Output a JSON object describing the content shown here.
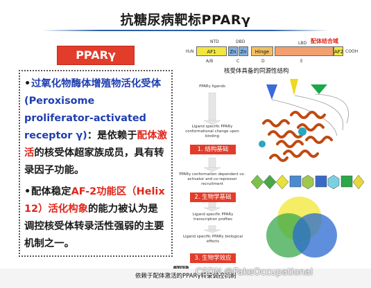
{
  "slide": {
    "title": "抗糖尿病靶标PPARγ",
    "ppar_label": "PPARγ",
    "para1": {
      "bullet": "•",
      "blue_text": "过氧化物酶体增殖物活化受体(Peroxisome proliferator-activated receptor γ)",
      "text1": "：是依赖于",
      "red1": "配体激活",
      "text2": "的核受体超家族成员，具有转录因子功能。"
    },
    "para2": {
      "bullet": "•",
      "text1": "配体稳定",
      "red1": "AF-2功能区（Helix 12）活化构象",
      "text2": "的能力被认为是调控核受体转录活性强弱的主要机制之一。"
    }
  },
  "domain_diagram": {
    "ligand_domain_label": "配体结合域",
    "ntd": "NTD",
    "dbd": "DBD",
    "lbd": "LBD",
    "h2n": "H₂N",
    "cooh": "COOH",
    "af1": "AF1",
    "zn1": "Zn",
    "zn2": "Zn",
    "hinge": "Hinge",
    "af2": "AF2",
    "sub_ab": "A/B",
    "sub_c": "C",
    "sub_d": "D",
    "sub_e": "E",
    "caption": "核受体具备的同源性结构"
  },
  "flow": {
    "label1": "PPARγ ligands",
    "label2": "Ligand specific PPARγ conformational change upon binding",
    "btn1": "1. 结构基础",
    "label3": "PPARγ conformation dependent co-activator and co-repressor recruitment",
    "btn2": "2. 生物学基础",
    "label4": "Ligand specific PPARγ transcription profiles",
    "label5": "Ligand specific PPARγ biological effects",
    "btn3": "3. 生物学效应"
  },
  "bottom": {
    "page_indicator": "1/37",
    "subtitle": "依赖于配体激活的PPARγ转录调控机制",
    "watermark": "CSDN @FakeOccupational"
  },
  "colors": {
    "accent_red": "#e23c2a",
    "blue_text": "#1f3fb0",
    "title_rule": "#2a5ea8"
  }
}
